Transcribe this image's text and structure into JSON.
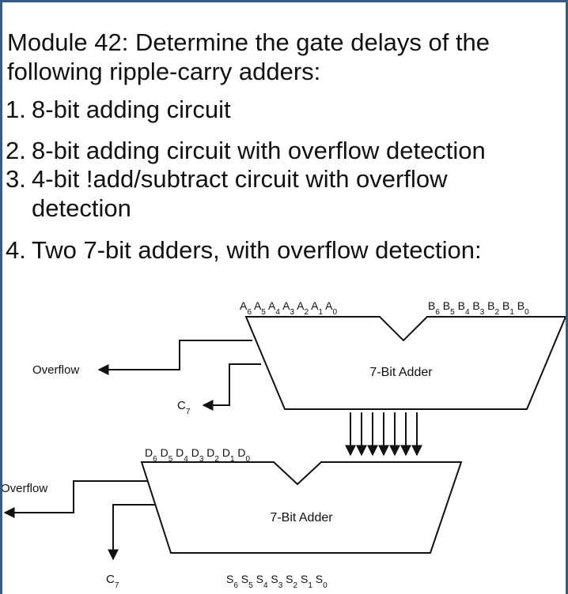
{
  "question": {
    "title_line1": "Module 42: Determine the gate delays of the",
    "title_line2": "following ripple-carry adders:",
    "items": [
      {
        "num": "1.",
        "text": "8-bit adding circuit"
      },
      {
        "num": "2.",
        "text": "8-bit adding circuit with overflow detection"
      },
      {
        "num": "3.",
        "text": "4-bit !add/subtract circuit with overflow"
      },
      {
        "num": "4.",
        "text": "Two 7-bit adders, with overflow detection:"
      }
    ],
    "item3_continuation": "detection"
  },
  "diagram": {
    "top_adder_label": "7-Bit Adder",
    "bottom_adder_label": "7-Bit Adder",
    "top_overflow_label": "Overflow",
    "bottom_overflow_label": "Overflow",
    "top_carry": {
      "base": "C",
      "sub": "7"
    },
    "bottom_carry": {
      "base": "C",
      "sub": "7"
    },
    "a_inputs": [
      {
        "base": "A",
        "sub": "6"
      },
      {
        "base": "A",
        "sub": "5"
      },
      {
        "base": "A",
        "sub": "4"
      },
      {
        "base": "A",
        "sub": "3"
      },
      {
        "base": "A",
        "sub": "2"
      },
      {
        "base": "A",
        "sub": "1"
      },
      {
        "base": "A",
        "sub": "0"
      }
    ],
    "b_inputs": [
      {
        "base": "B",
        "sub": "6"
      },
      {
        "base": "B",
        "sub": "5"
      },
      {
        "base": "B",
        "sub": "4"
      },
      {
        "base": "B",
        "sub": "3"
      },
      {
        "base": "B",
        "sub": "2"
      },
      {
        "base": "B",
        "sub": "1"
      },
      {
        "base": "B",
        "sub": "0"
      }
    ],
    "d_inputs": [
      {
        "base": "D",
        "sub": "6"
      },
      {
        "base": "D",
        "sub": "5"
      },
      {
        "base": "D",
        "sub": "4"
      },
      {
        "base": "D",
        "sub": "3"
      },
      {
        "base": "D",
        "sub": "2"
      },
      {
        "base": "D",
        "sub": "1"
      },
      {
        "base": "D",
        "sub": "0"
      }
    ],
    "s_outputs": [
      {
        "base": "S",
        "sub": "6"
      },
      {
        "base": "S",
        "sub": "5"
      },
      {
        "base": "S",
        "sub": "4"
      },
      {
        "base": "S",
        "sub": "3"
      },
      {
        "base": "S",
        "sub": "2"
      },
      {
        "base": "S",
        "sub": "1"
      },
      {
        "base": "S",
        "sub": "0"
      }
    ],
    "bus_line_count": 7
  },
  "colors": {
    "frame": "#3a5a86",
    "ink": "#111111"
  }
}
